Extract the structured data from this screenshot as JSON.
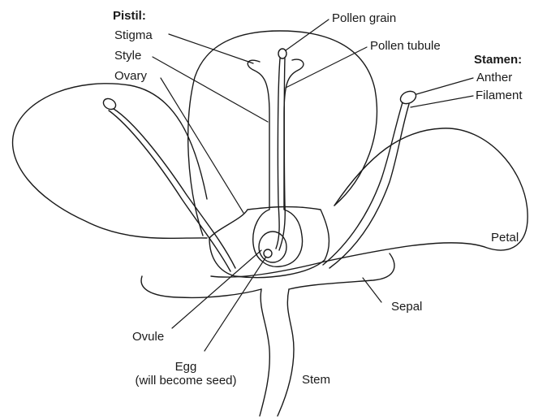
{
  "labels": {
    "pistil_heading": "Pistil:",
    "stigma": "Stigma",
    "style": "Style",
    "ovary": "Ovary",
    "pollen_grain": "Pollen grain",
    "pollen_tubule": "Pollen tubule",
    "stamen_heading": "Stamen:",
    "anther": "Anther",
    "filament": "Filament",
    "petal": "Petal",
    "sepal": "Sepal",
    "ovule": "Ovule",
    "egg_line1": "Egg",
    "egg_line2": "(will become seed)",
    "stem": "Stem"
  }
}
